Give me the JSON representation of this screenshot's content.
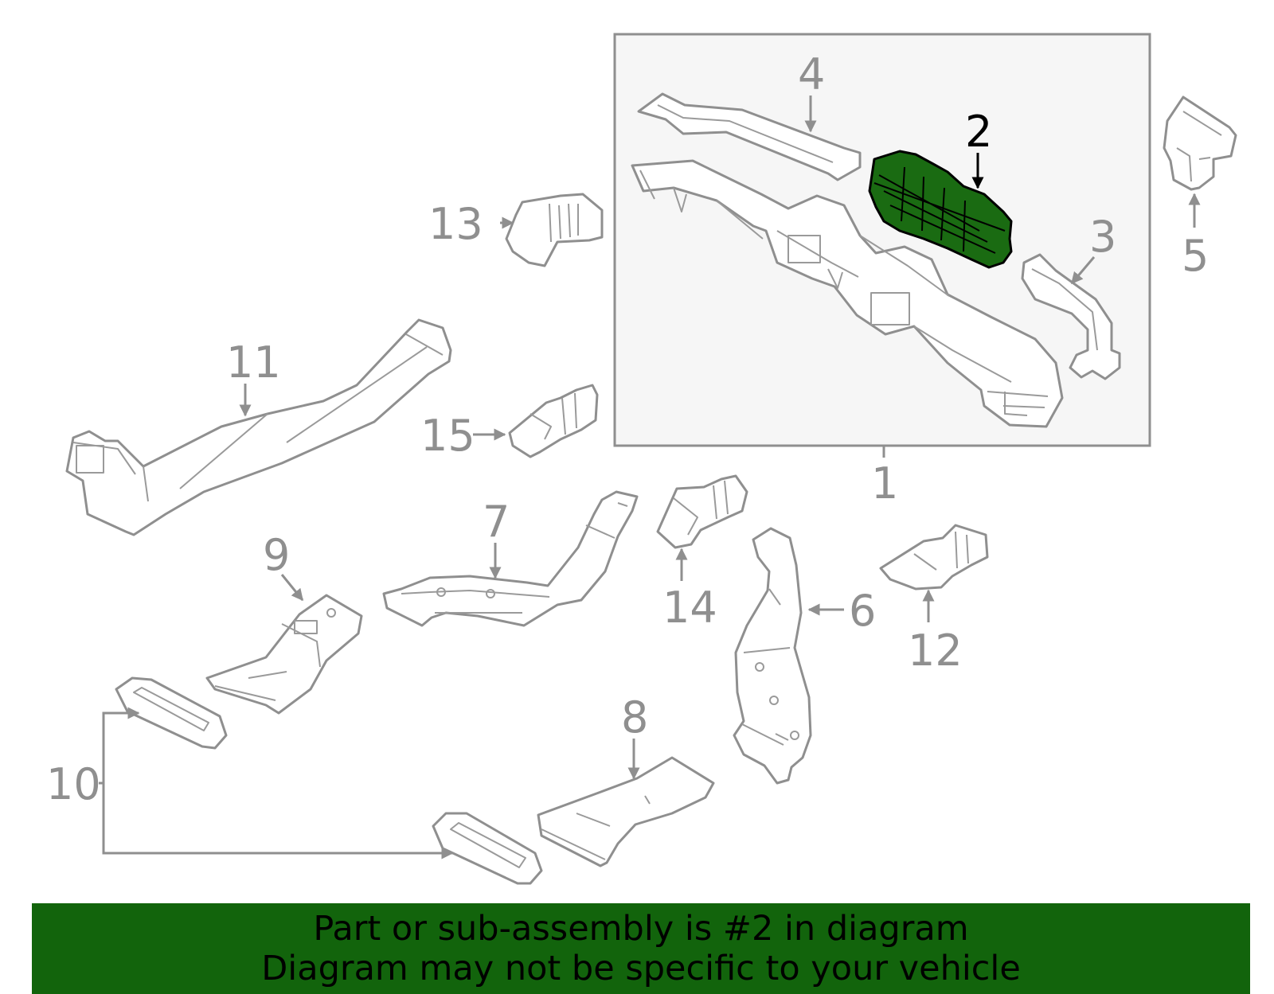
{
  "callouts": {
    "c1": "1",
    "c2": "2",
    "c3": "3",
    "c4": "4",
    "c5": "5",
    "c6": "6",
    "c7": "7",
    "c8": "8",
    "c9": "9",
    "c10": "10",
    "c11": "11",
    "c12": "12",
    "c13": "13",
    "c14": "14",
    "c15": "15"
  },
  "highlighted_part": "2",
  "colors": {
    "highlight_fill": "#1a6b12",
    "banner_bg": "#12640c",
    "part_stroke": "#8f8f8f",
    "inset_bg": "#f6f6f6"
  },
  "banner": {
    "line1": "Part or sub-assembly is #2 in diagram",
    "line2": "Diagram may not be specific to your vehicle"
  }
}
